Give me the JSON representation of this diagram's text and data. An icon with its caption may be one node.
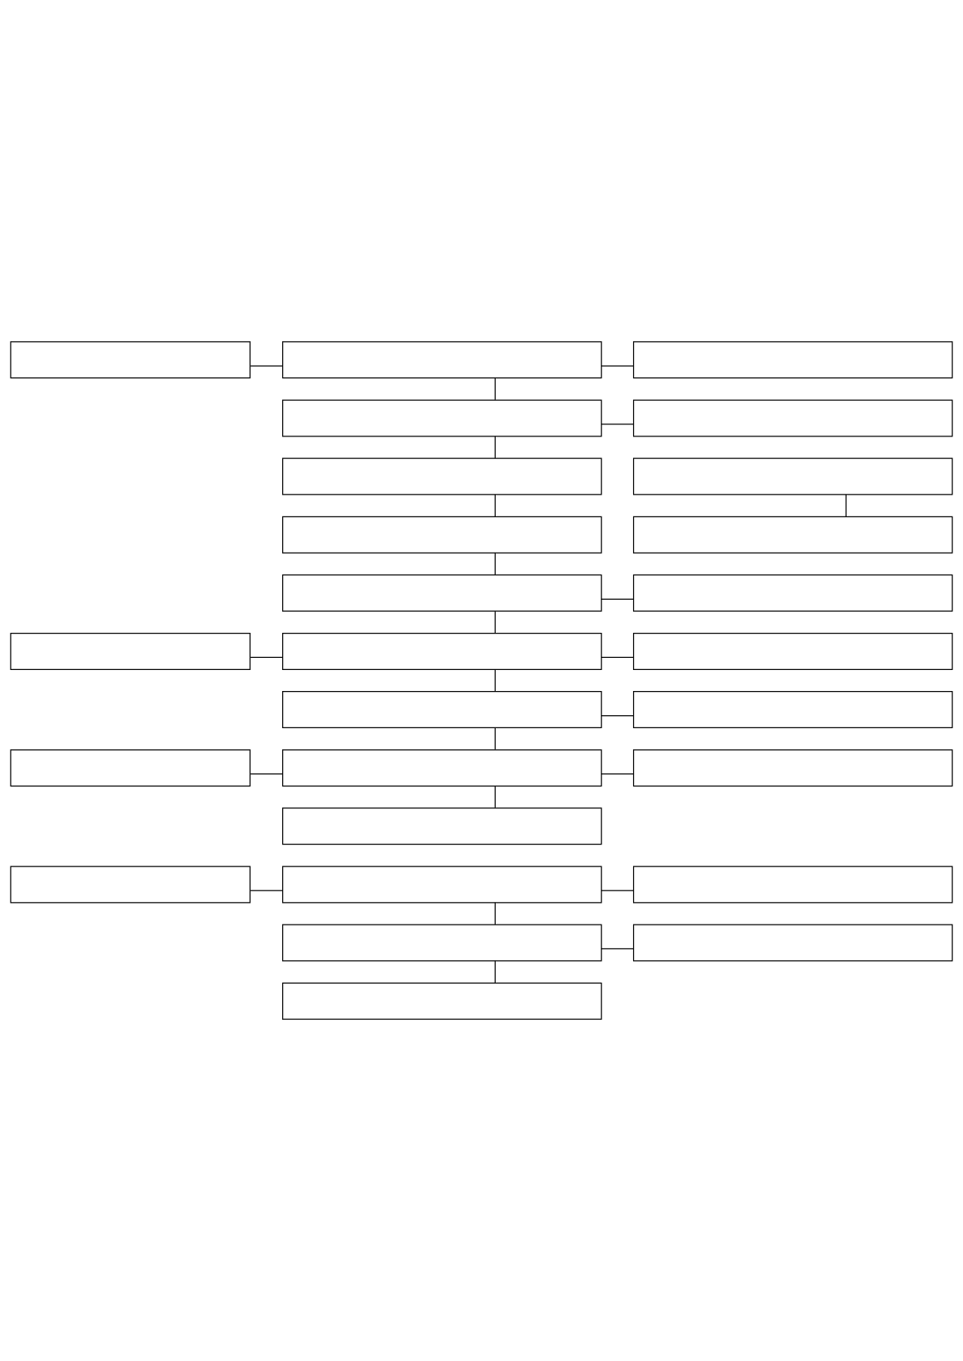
{
  "diagram": {
    "nodes": [
      {
        "text": [],
        "shape": "box"
      },
      {
        "text": [],
        "shape": "box"
      },
      {
        "text": [],
        "shape": "box"
      },
      {
        "text": [],
        "shape": "box"
      },
      {
        "text": [],
        "shape": "box"
      },
      {
        "text": [],
        "shape": "box"
      },
      {
        "text": [],
        "shape": "box"
      },
      {
        "text": [],
        "shape": "box"
      },
      {
        "text": [],
        "shape": "box"
      },
      {
        "text": [],
        "shape": "box"
      },
      {
        "text": [],
        "shape": "box"
      },
      {
        "text": [],
        "shape": "box"
      },
      {
        "text": [],
        "shape": "box"
      },
      {
        "text": [],
        "shape": "box"
      },
      {
        "text": [],
        "shape": "box"
      },
      {
        "text": [],
        "shape": "box"
      },
      {
        "text": [],
        "shape": "box"
      },
      {
        "text": [],
        "shape": "box"
      },
      {
        "text": [],
        "shape": "box"
      },
      {
        "text": [],
        "shape": "box"
      },
      {
        "text": [],
        "shape": "box"
      },
      {
        "text": [],
        "shape": "box"
      },
      {
        "text": [],
        "shape": "box"
      },
      {
        "text": [],
        "shape": "box"
      },
      {
        "text": [],
        "shape": "box"
      },
      {
        "text": [],
        "shape": "box"
      }
    ],
    "edges": [
      {
        "from": 0,
        "to": 1,
        "arrow": "none"
      },
      {
        "from": 1,
        "to": 2,
        "arrow": "none"
      },
      {
        "from": 1,
        "to": 3,
        "arrow": "none"
      },
      {
        "from": 3,
        "to": 4,
        "arrow": "none"
      },
      {
        "from": 3,
        "to": 5,
        "arrow": "none"
      },
      {
        "from": 5,
        "to": 7,
        "arrow": "none"
      },
      {
        "from": 6,
        "to": 8,
        "arrow": "none"
      },
      {
        "from": 7,
        "to": 9,
        "arrow": "none"
      },
      {
        "from": 9,
        "to": 10,
        "arrow": "none"
      },
      {
        "from": 9,
        "to": 12,
        "arrow": "none"
      },
      {
        "from": 11,
        "to": 12,
        "arrow": "none"
      },
      {
        "from": 12,
        "to": 13,
        "arrow": "none"
      },
      {
        "from": 12,
        "to": 14,
        "arrow": "none"
      },
      {
        "from": 14,
        "to": 15,
        "arrow": "none"
      },
      {
        "from": 14,
        "to": 17,
        "arrow": "none"
      },
      {
        "from": 16,
        "to": 17,
        "arrow": "none"
      },
      {
        "from": 17,
        "to": 18,
        "arrow": "none"
      },
      {
        "from": 17,
        "to": 19,
        "arrow": "none"
      },
      {
        "from": 20,
        "to": 21,
        "arrow": "none"
      },
      {
        "from": 21,
        "to": 22,
        "arrow": "none"
      },
      {
        "from": 21,
        "to": 23,
        "arrow": "none"
      },
      {
        "from": 23,
        "to": 24,
        "arrow": "none"
      },
      {
        "from": 23,
        "to": 25,
        "arrow": "none"
      }
    ]
  }
}
